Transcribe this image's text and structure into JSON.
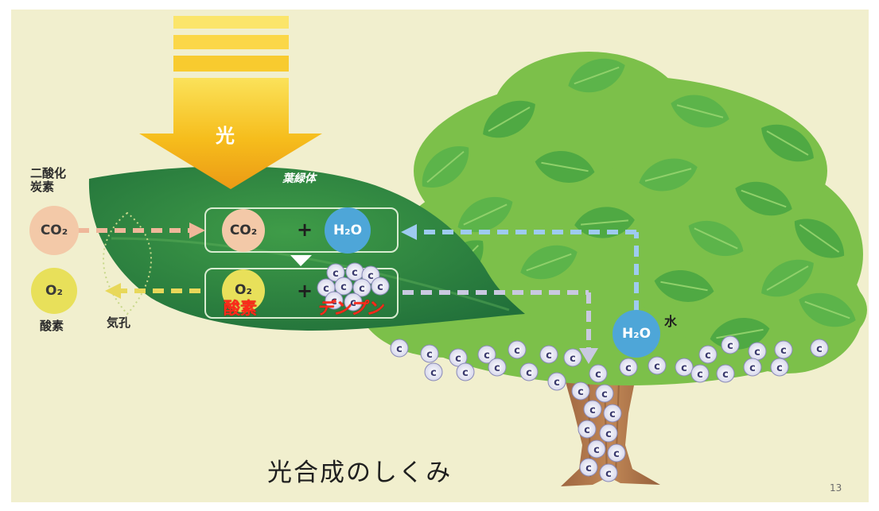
{
  "labels": {
    "light": "光",
    "co2_name": "二酸化\n炭素",
    "co2_formula": "CO₂",
    "o2_formula": "O₂",
    "o2_name": "酸素",
    "stoma": "気孔",
    "chloroplast": "葉緑体",
    "reaction_co2": "CO₂",
    "reaction_plus_top": "+",
    "reaction_h2o": "H₂O",
    "reaction_o2": "O₂",
    "reaction_plus_bottom": "+",
    "product_oxygen": "酸素",
    "product_starch": "デンプン",
    "tree_h2o": "H₂O",
    "water": "水",
    "starch_glyph": "c"
  },
  "title": "光合成のしくみ",
  "page_number": "13",
  "colors": {
    "background": "#f1efce",
    "arrow_yellow": "#f7c41c",
    "arrow_orange": "#eb9e17",
    "leaf": "#2e8a3f",
    "leaf_light": "#9ed25a",
    "leaf_mid": "#7cc04a",
    "co2_circle": "#f3c9a8",
    "o2_circle": "#e8e05a",
    "h2o_circle": "#4ea6d8",
    "flow_co2": "#efb79a",
    "flow_o2": "#e8d85a",
    "flow_water": "#9ecbf0",
    "flow_starch": "#c9c9e0",
    "trunk": "#b57b4e",
    "label_red": "#ff2a1a"
  }
}
